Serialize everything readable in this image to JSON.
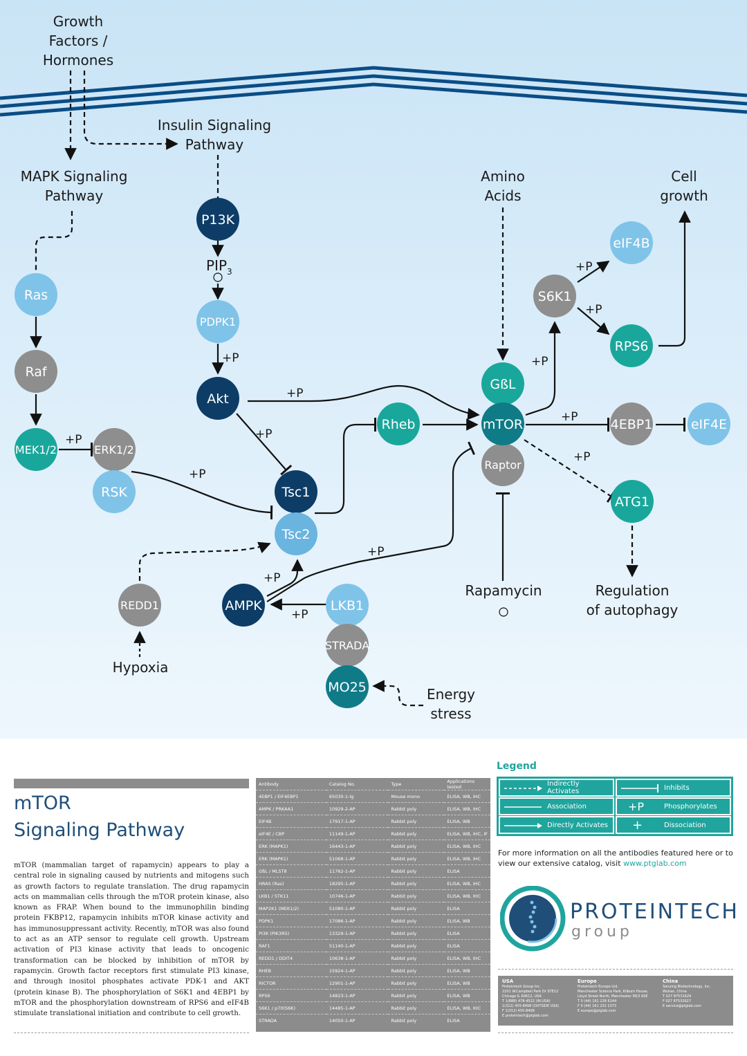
{
  "diagram": {
    "labels": {
      "growth_factors": [
        "Growth",
        "Factors /",
        "Hormones"
      ],
      "insulin_pathway": [
        "Insulin Signaling",
        "Pathway"
      ],
      "mapk_pathway": [
        "MAPK Signaling",
        "Pathway"
      ],
      "amino_acids": [
        "Amino",
        "Acids"
      ],
      "cell_growth": [
        "Cell",
        "growth"
      ],
      "rapamycin": "Rapamycin",
      "regulation_autophagy": [
        "Regulation",
        "of autophagy"
      ],
      "hypoxia": "Hypoxia",
      "energy_stress": [
        "Energy",
        "stress"
      ],
      "pip3_main": "PIP",
      "pip3_sub": "3"
    },
    "phospho_label": "+P",
    "nodes": {
      "p13k": "P13K",
      "pdpk1": "PDPK1",
      "akt": "Akt",
      "ras": "Ras",
      "raf": "Raf",
      "mek12": "MEK1/2",
      "erk12": "ERK1/2",
      "rsk": "RSK",
      "tsc1": "Tsc1",
      "tsc2": "Tsc2",
      "rheb": "Rheb",
      "gbl": "GßL",
      "mtor": "mTOR",
      "raptor": "Raptor",
      "s6k1": "S6K1",
      "eif4b": "eIF4B",
      "rps6": "RPS6",
      "4ebp1": "4EBP1",
      "eif4e": "eIF4E",
      "atg1": "ATG1",
      "redd1": "REDD1",
      "ampk": "AMPK",
      "lkb1": "LKB1",
      "strada": "STRADA",
      "mo25": "MO25"
    },
    "colors": {
      "dark_navy": "#0d3d66",
      "light_blue": "#7fc3e8",
      "teal": "#1aa79b",
      "gray": "#8e8e8e",
      "dark_teal": "#0f7b87",
      "membrane": "#0b4d85"
    }
  },
  "info": {
    "title_line1": "mTOR",
    "title_line2": "Signaling Pathway",
    "description": "mTOR (mammalian target of rapamycin) appears to play a central role in signaling caused by nutrients and mitogens such as growth factors to regulate translation. The drug rapamycin acts on mammalian cells through the mTOR protein kinase, also known as FRAP. When bound to the immunophilin binding protein FKBP12, rapamycin inhibits mTOR kinase activity and has immunosuppressant activity. Recently, mTOR was also found to act as an ATP sensor to regulate cell growth. Upstream activation of PI3 kinase activity that leads to oncogenic transformation can be blocked by inhibition of mTOR by rapamycin. Growth factor receptors first stimulate PI3 kinase, and through inositol phosphates activate PDK-1 and AKT (protein kinase B). The phosphorylation of S6K1 and 4EBP1 by mTOR and the phosphorylation downstream of RPS6 and eIF4B stimulate translational initiation and contribute to cell growth."
  },
  "antibody_table": {
    "headers": [
      "Antibody",
      "Catalog No.",
      "Type",
      "Applications tested"
    ],
    "rows": [
      [
        "4EBP1 / EIF4EBP1",
        "65030-1-Ig",
        "Mouse mono",
        "ELISA, WB, IHC"
      ],
      [
        "AMPK / PRKAA1",
        "10929-2-AP",
        "Rabbit poly",
        "ELISA, WB, IHC"
      ],
      [
        "EIF4B",
        "17917-1-AP",
        "Rabbit poly",
        "ELISA, WB"
      ],
      [
        "eIF4E / CBP",
        "11149-1-AP",
        "Rabbit poly",
        "ELISA, WB, IHC, IF"
      ],
      [
        "ERK (MAPK1)",
        "16443-1-AP",
        "Rabbit poly",
        "ELISA, WB, IHC"
      ],
      [
        "ERK (MAPK1)",
        "51068-1-AP",
        "Rabbit poly",
        "ELISA, WB, IHC"
      ],
      [
        "GßL / MLST8",
        "11762-1-AP",
        "Rabbit poly",
        "ELISA"
      ],
      [
        "HRAS (Ras)",
        "18295-1-AP",
        "Rabbit poly",
        "ELISA, WB, IHC"
      ],
      [
        "LKB1 / STK11",
        "10746-1-AP",
        "Rabbit poly",
        "ELISA, WB, IHC"
      ],
      [
        "MAP2K1 (MEK1/2)",
        "51080-1-AP",
        "Rabbit poly",
        "ELISA"
      ],
      [
        "PDPK1",
        "17086-1-AP",
        "Rabbit poly",
        "ELISA, WB"
      ],
      [
        "PI3K (PIK3R5)",
        "13329-1-AP",
        "Rabbit poly",
        "ELISA"
      ],
      [
        "RAF1",
        "51140-1-AP",
        "Rabbit poly",
        "ELISA"
      ],
      [
        "REDD1 / DDIT4",
        "10638-1-AP",
        "Rabbit poly",
        "ELISA, WB, IHC"
      ],
      [
        "RHEB",
        "15924-1-AP",
        "Rabbit poly",
        "ELISA, WB"
      ],
      [
        "RICTOR",
        "12901-1-AP",
        "Rabbit poly",
        "ELISA, WB"
      ],
      [
        "RPS6",
        "14823-1-AP",
        "Rabbit poly",
        "ELISA, WB"
      ],
      [
        "S6K1 / p70(S6K)",
        "14485-1-AP",
        "Rabbit poly",
        "ELISA, WB, IHC"
      ],
      [
        "STRADA",
        "14050-1-AP",
        "Rabbit poly",
        "ELISA"
      ]
    ]
  },
  "legend": {
    "title": "Legend",
    "indirectly_activates": "Indirectly Activates",
    "inhibits": "Inhibits",
    "association": "Association",
    "phosphorylates": "Phosphorylates",
    "phospho_symbol": "+P",
    "directly_activates": "Directly Activates",
    "dissociation": "Dissociation",
    "dissociation_symbol": "+"
  },
  "more_info": {
    "text": "For more information on all the antibodies featured here or to view our extensive catalog, visit",
    "url": "www.ptglab.com"
  },
  "logo": {
    "name": "PROTEINTECH",
    "sub": "group"
  },
  "addresses": {
    "usa": {
      "title": "USA",
      "lines": [
        "Proteintech Group Inc.",
        "2201 W.Campbell Park Dr STE12",
        "Chicago IL 60612, USA",
        "T  1(888) 478-4522 (IN USA)",
        "   1(312) 455-8498 (OUTSIDE USA)",
        "F  1(312) 455-8408",
        "E  proteintech@ptglab.com"
      ]
    },
    "europe": {
      "title": "Europe",
      "lines": [
        "Proteintech Europe Ltd.",
        "Manchester Science Park, Kilburn House,",
        "Lloyd Street North, Manchester M15 6SE",
        "T  0 (44) 161 226 6144",
        "F  0 (44) 161 232 1373",
        "E  europe@ptglab.com"
      ]
    },
    "china": {
      "title": "China",
      "lines": [
        "Sanying Biotechnology, Inc.",
        "Wuhan, China",
        "T  027 87531629",
        "F  027 87531627",
        "E  service@ptglab.com"
      ]
    }
  }
}
